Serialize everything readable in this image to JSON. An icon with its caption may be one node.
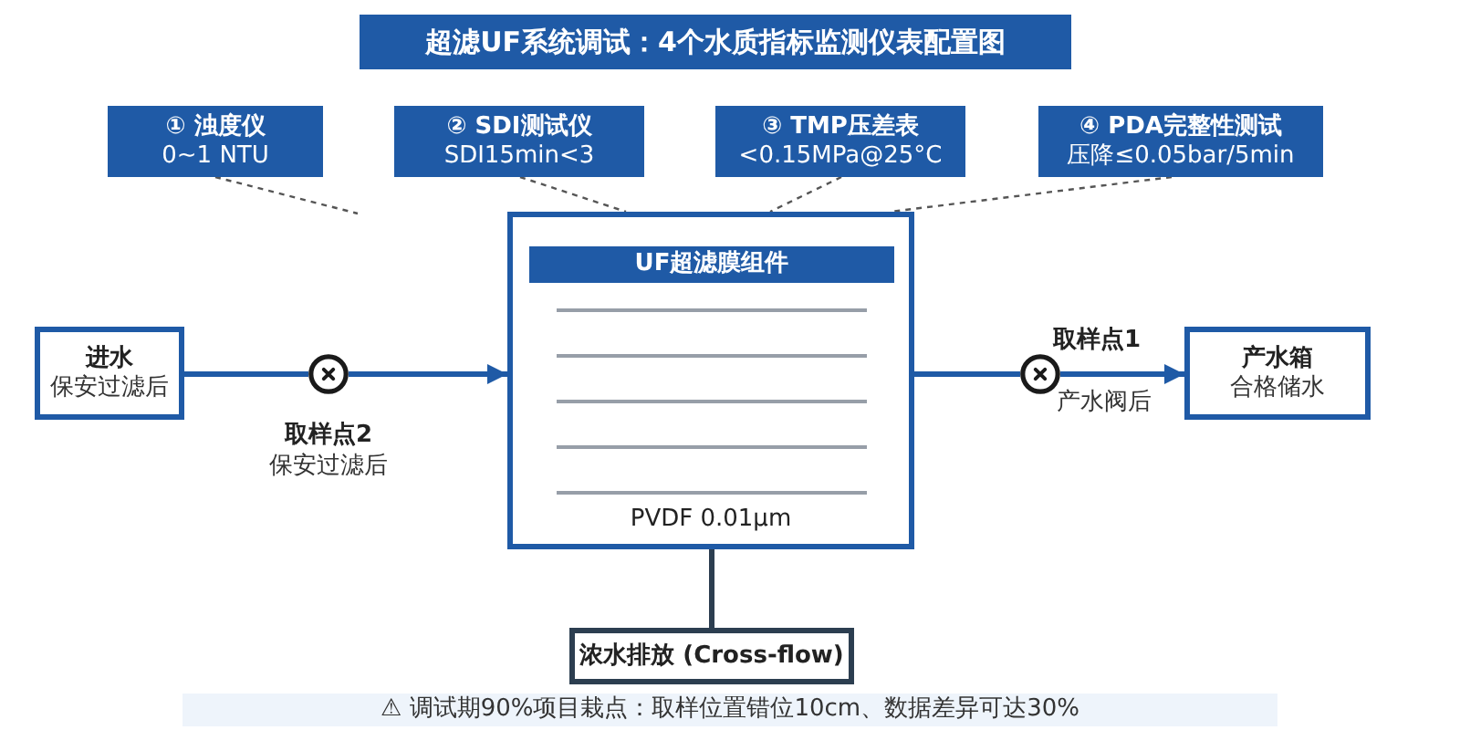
{
  "diagram": {
    "title": "超滤UF系统调试：4个水质指标监测仪表配置图",
    "nodes": [
      {
        "text": [
          "① 浊度仪",
          "0~1 NTU"
        ]
      },
      {
        "text": [
          "② SDI测试仪",
          "SDI15min<3"
        ]
      },
      {
        "text": [
          "③ TMP压差表",
          "<0.15MPa@25°C"
        ]
      },
      {
        "text": [
          "④ PDA完整性测试",
          "压降≤0.05bar/5min"
        ]
      },
      {
        "text": [
          "进水",
          "保安过滤后"
        ]
      },
      {
        "text": [],
        "shape": "circle",
        "beside": [
          "取样点2",
          "保安过滤后"
        ]
      },
      {
        "text": [
          "PVDF 0.01μm"
        ]
      },
      {
        "text": [
          "UF超滤膜组件"
        ],
        "in": 6
      },
      {
        "text": [],
        "shape": "circle",
        "beside": [
          "取样点1",
          "产水阀后"
        ]
      },
      {
        "text": [
          "产水箱",
          "合格储水"
        ]
      },
      {
        "text": [
          "浓水排放 (Cross-flow)"
        ]
      }
    ],
    "edges": [
      {
        "from": 0,
        "to": null,
        "arrow": "none",
        "style": "dashed",
        "color": "#555555"
      },
      {
        "from": 1,
        "to": 6,
        "arrow": "none",
        "style": "dashed",
        "color": "#555555"
      },
      {
        "from": 2,
        "to": 6,
        "arrow": "none",
        "style": "dashed",
        "color": "#555555"
      },
      {
        "from": 3,
        "to": 6,
        "arrow": "none",
        "style": "dashed",
        "color": "#555555"
      },
      {
        "from": 4,
        "to": 5,
        "arrow": "none"
      },
      {
        "from": 5,
        "to": 6,
        "arrow": "to"
      },
      {
        "from": 6,
        "to": 8,
        "arrow": "none"
      },
      {
        "from": 8,
        "to": 9,
        "arrow": "to"
      },
      {
        "from": 6,
        "to": 10,
        "arrow": "none",
        "color": "#2c3e50"
      }
    ],
    "labels": [
      "⚠ 调试期90%项目栽点：取样位置错位10cm、数据差异可达30%"
    ]
  }
}
